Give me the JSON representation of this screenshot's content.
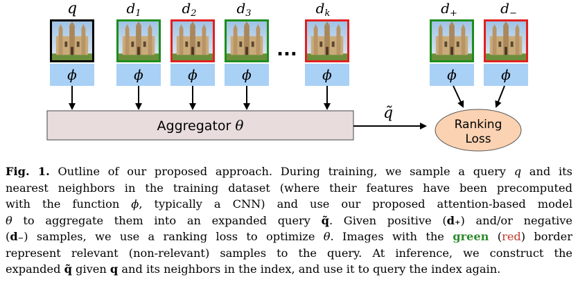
{
  "figure": {
    "query_label": "q",
    "neighbor_labels": [
      {
        "base": "d",
        "sub": "1",
        "border": "green"
      },
      {
        "base": "d",
        "sub": "2",
        "border": "red"
      },
      {
        "base": "d",
        "sub": "3",
        "border": "green"
      },
      {
        "base": "d",
        "sub": "k",
        "border": "red"
      }
    ],
    "ellipsis": "...",
    "train_labels": [
      {
        "base": "d",
        "sub": "+",
        "border": "green"
      },
      {
        "base": "d",
        "sub": "−",
        "border": "red"
      }
    ],
    "phi": "ϕ",
    "aggregator": "Aggregator",
    "theta": "θ",
    "q_tilde": "q̃",
    "ranking_line1": "Ranking",
    "ranking_line2": "Loss",
    "colors": {
      "green": "#1e8c1e",
      "red": "#e02020",
      "phi_box": "#a9d0f5",
      "aggregator_box": "#e8dcdc",
      "loss_ellipse": "#fbd2b2"
    }
  },
  "caption": {
    "label": "Fig. 1.",
    "l1a": "Outline of our proposed approach. During training, we sample a query ",
    "q": "q",
    "l1b": " and its",
    "l2": "nearest neighbors in the training dataset (where their features have been precomputed",
    "l3a": "with the function ",
    "phi": "ϕ",
    "l3b": ", typically a CNN) and use our proposed attention-based model",
    "theta": "θ",
    "l4a": " to aggregate them into an expanded query ",
    "q_tilde": "q̃",
    "l4b": ". Given positive (",
    "d_plus": "d₊",
    "l4c": ") and/or negative",
    "l5a": "(",
    "d_minus": "d₋",
    "l5b": ") samples, we use a ranking loss to optimize ",
    "l5c": ". Images with the ",
    "green": "green",
    "l5d": " (",
    "red": "red",
    "l5e": ") border",
    "l6": "represent relevant (non-relevant) samples to the query. At inference, we construct the",
    "l7a": "expanded ",
    "l7b": " given ",
    "q_bold": "q",
    "l7c": " and its neighbors in the index, and use it to query the index again."
  }
}
